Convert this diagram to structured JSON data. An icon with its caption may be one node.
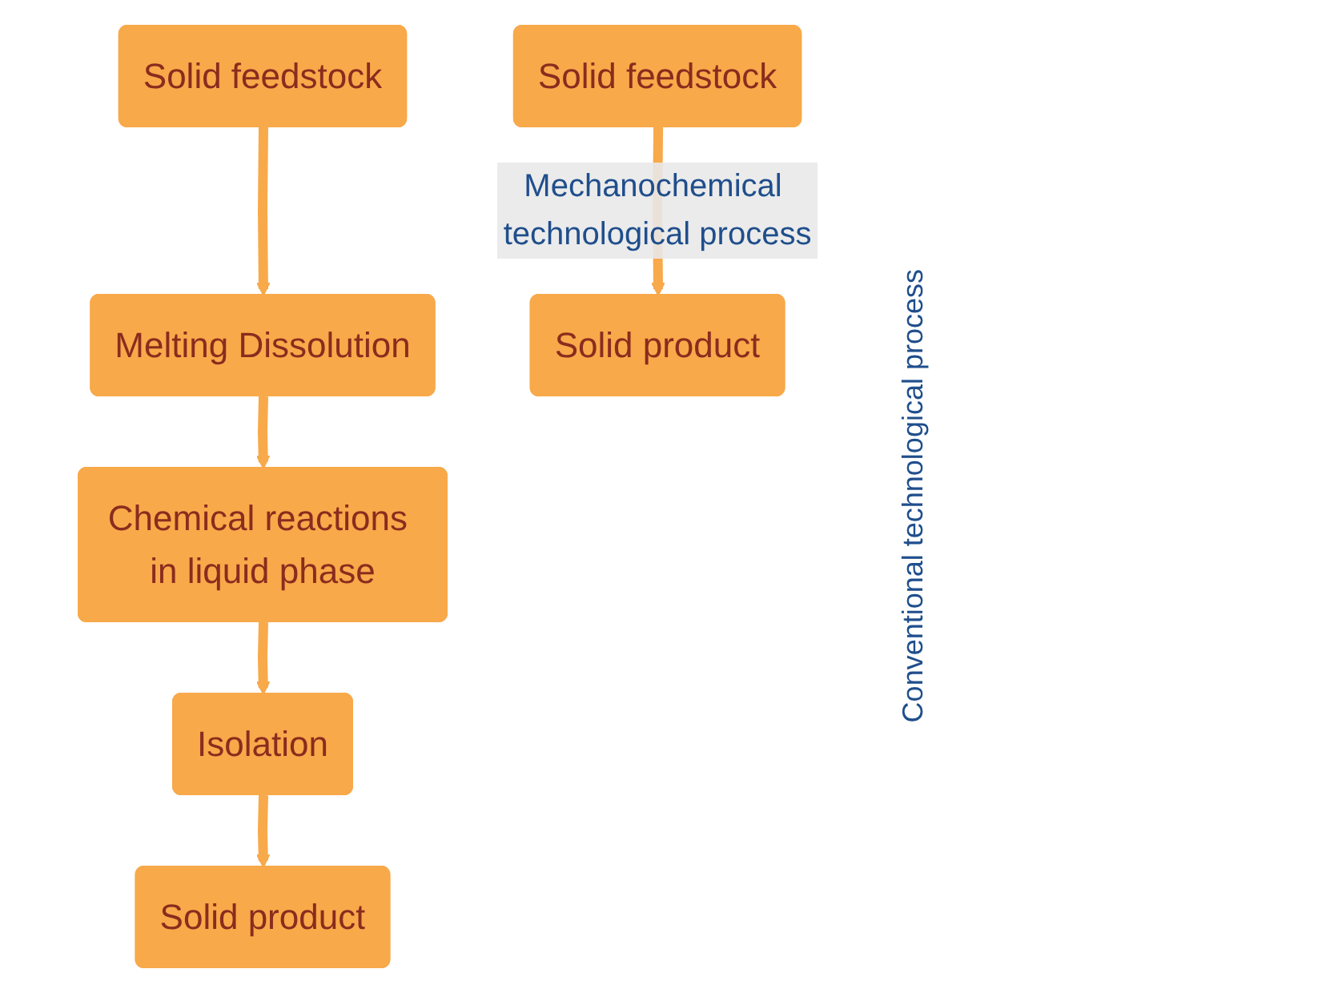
{
  "diagram": {
    "nodes": [
      {
        "text": [
          "Solid feedstock"
        ]
      },
      {
        "text": [
          "Solid feedstock"
        ]
      },
      {
        "text": [
          "Melting Dissolution"
        ]
      },
      {
        "text": [
          "Chemical reactions in liquid phase"
        ]
      },
      {
        "text": [
          "Isolation"
        ]
      },
      {
        "text": [
          "Solid product"
        ]
      },
      {
        "text": [
          "Solid product"
        ]
      }
    ],
    "edges": [
      {
        "from": 0,
        "to": 2,
        "arrow": "to"
      },
      {
        "from": 2,
        "to": 3,
        "arrow": "to"
      },
      {
        "from": 3,
        "to": 4,
        "arrow": "to"
      },
      {
        "from": 4,
        "to": 5,
        "arrow": "to"
      },
      {
        "from": 1,
        "to": 6,
        "arrow": "to",
        "label": "Mechanochemical technological process"
      }
    ],
    "labels": [
      "Conventional technological process"
    ]
  }
}
